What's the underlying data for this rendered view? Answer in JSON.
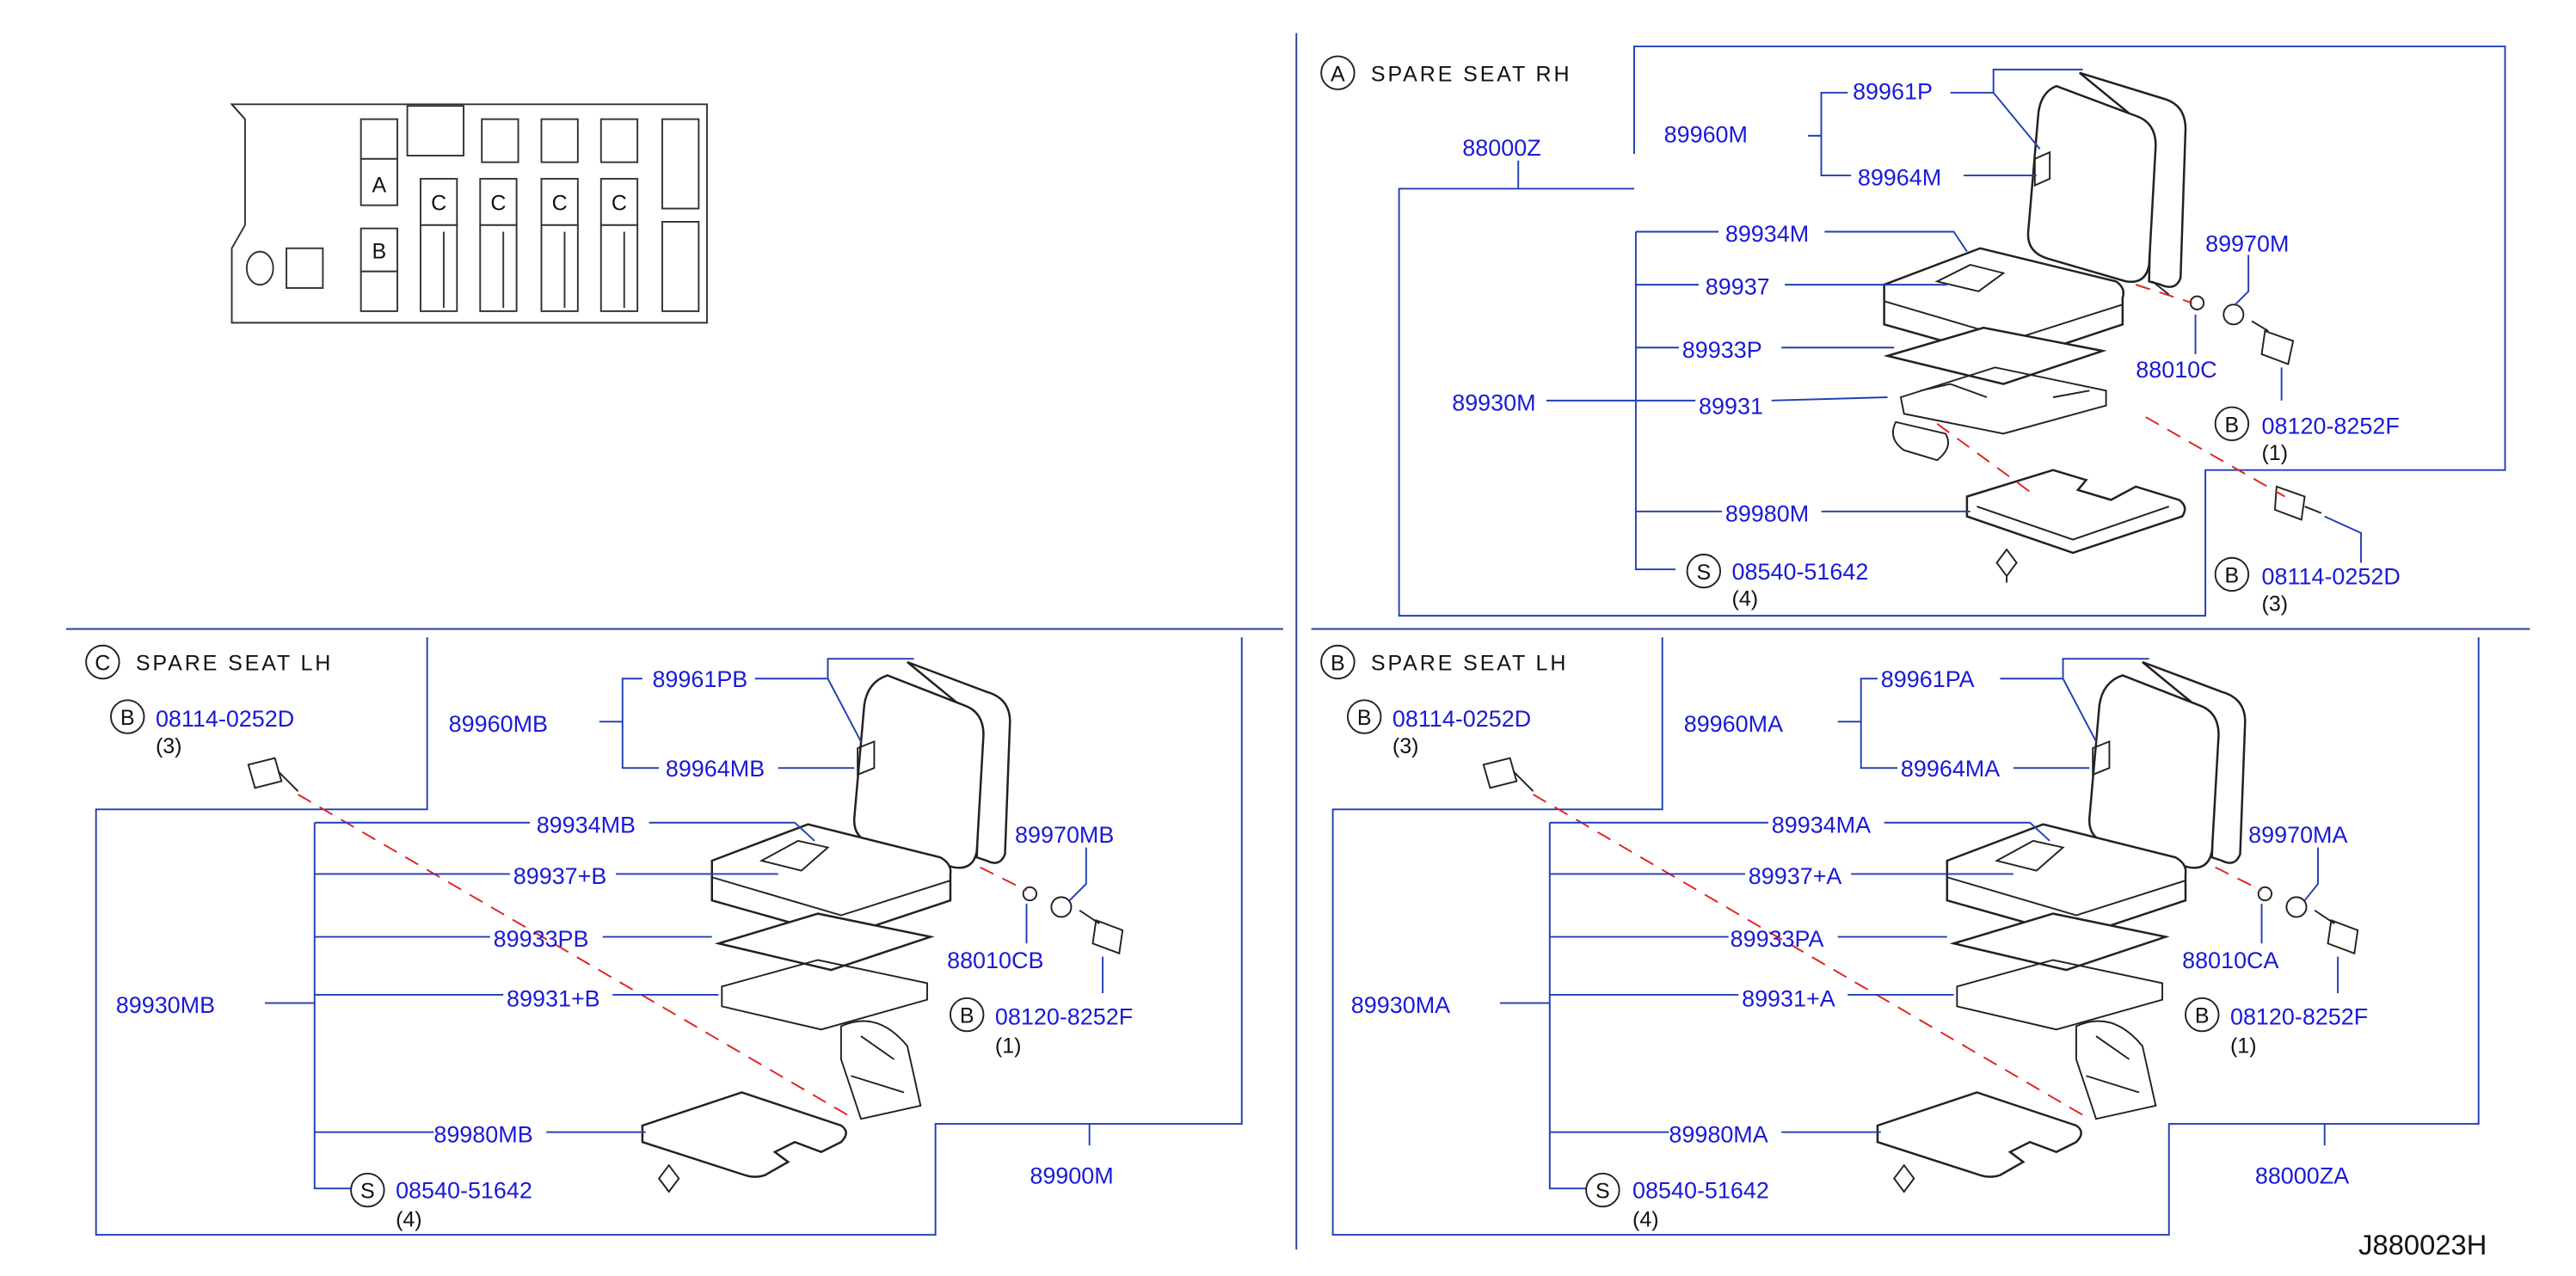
{
  "diagram_id": "J880023H",
  "floor_plan": {
    "positions": [
      "A",
      "B",
      "C",
      "C",
      "C",
      "C"
    ]
  },
  "section_A": {
    "letter": "A",
    "title": "SPARE  SEAT  RH",
    "labels": {
      "assembly": "88000Z",
      "back_assy": "89960M",
      "back_a": "89961P",
      "back_b": "89964M",
      "cushion_assy": "89930M",
      "cushion_top": "89934M",
      "cushion_cover": "89937",
      "pad": "89933P",
      "frame": "89931",
      "under_cover": "89980M",
      "screw_code": "S",
      "screw": "08540-51642",
      "screw_qty": "(4)",
      "hinge": "89970M",
      "washer": "88010C",
      "bolt1_code": "B",
      "bolt1": "08120-8252F",
      "bolt1_qty": "(1)",
      "bolt2_code": "B",
      "bolt2": "08114-0252D",
      "bolt2_qty": "(3)"
    }
  },
  "section_C": {
    "letter": "C",
    "title": "SPARE  SEAT  LH",
    "labels": {
      "assembly": "89900M",
      "back_assy": "89960MB",
      "back_a": "89961PB",
      "back_b": "89964MB",
      "cushion_assy": "89930MB",
      "cushion_top": "89934MB",
      "cushion_cover": "89937+B",
      "pad": "89933PB",
      "frame": "89931+B",
      "under_cover": "89980MB",
      "screw_code": "S",
      "screw": "08540-51642",
      "screw_qty": "(4)",
      "hinge": "89970MB",
      "washer": "88010CB",
      "bolt1_code": "B",
      "bolt1": "08120-8252F",
      "bolt1_qty": "(1)",
      "bolt2_code": "B",
      "bolt2": "08114-0252D",
      "bolt2_qty": "(3)"
    }
  },
  "section_B": {
    "letter": "B",
    "title": "SPARE  SEAT  LH",
    "labels": {
      "assembly": "88000ZA",
      "back_assy": "89960MA",
      "back_a": "89961PA",
      "back_b": "89964MA",
      "cushion_assy": "89930MA",
      "cushion_top": "89934MA",
      "cushion_cover": "89937+A",
      "pad": "89933PA",
      "frame": "89931+A",
      "under_cover": "89980MA",
      "screw_code": "S",
      "screw": "08540-51642",
      "screw_qty": "(4)",
      "hinge": "89970MA",
      "washer": "88010CA",
      "bolt1_code": "B",
      "bolt1": "08120-8252F",
      "bolt1_qty": "(1)",
      "bolt2_code": "B",
      "bolt2": "08114-0252D",
      "bolt2_qty": "(3)"
    }
  }
}
